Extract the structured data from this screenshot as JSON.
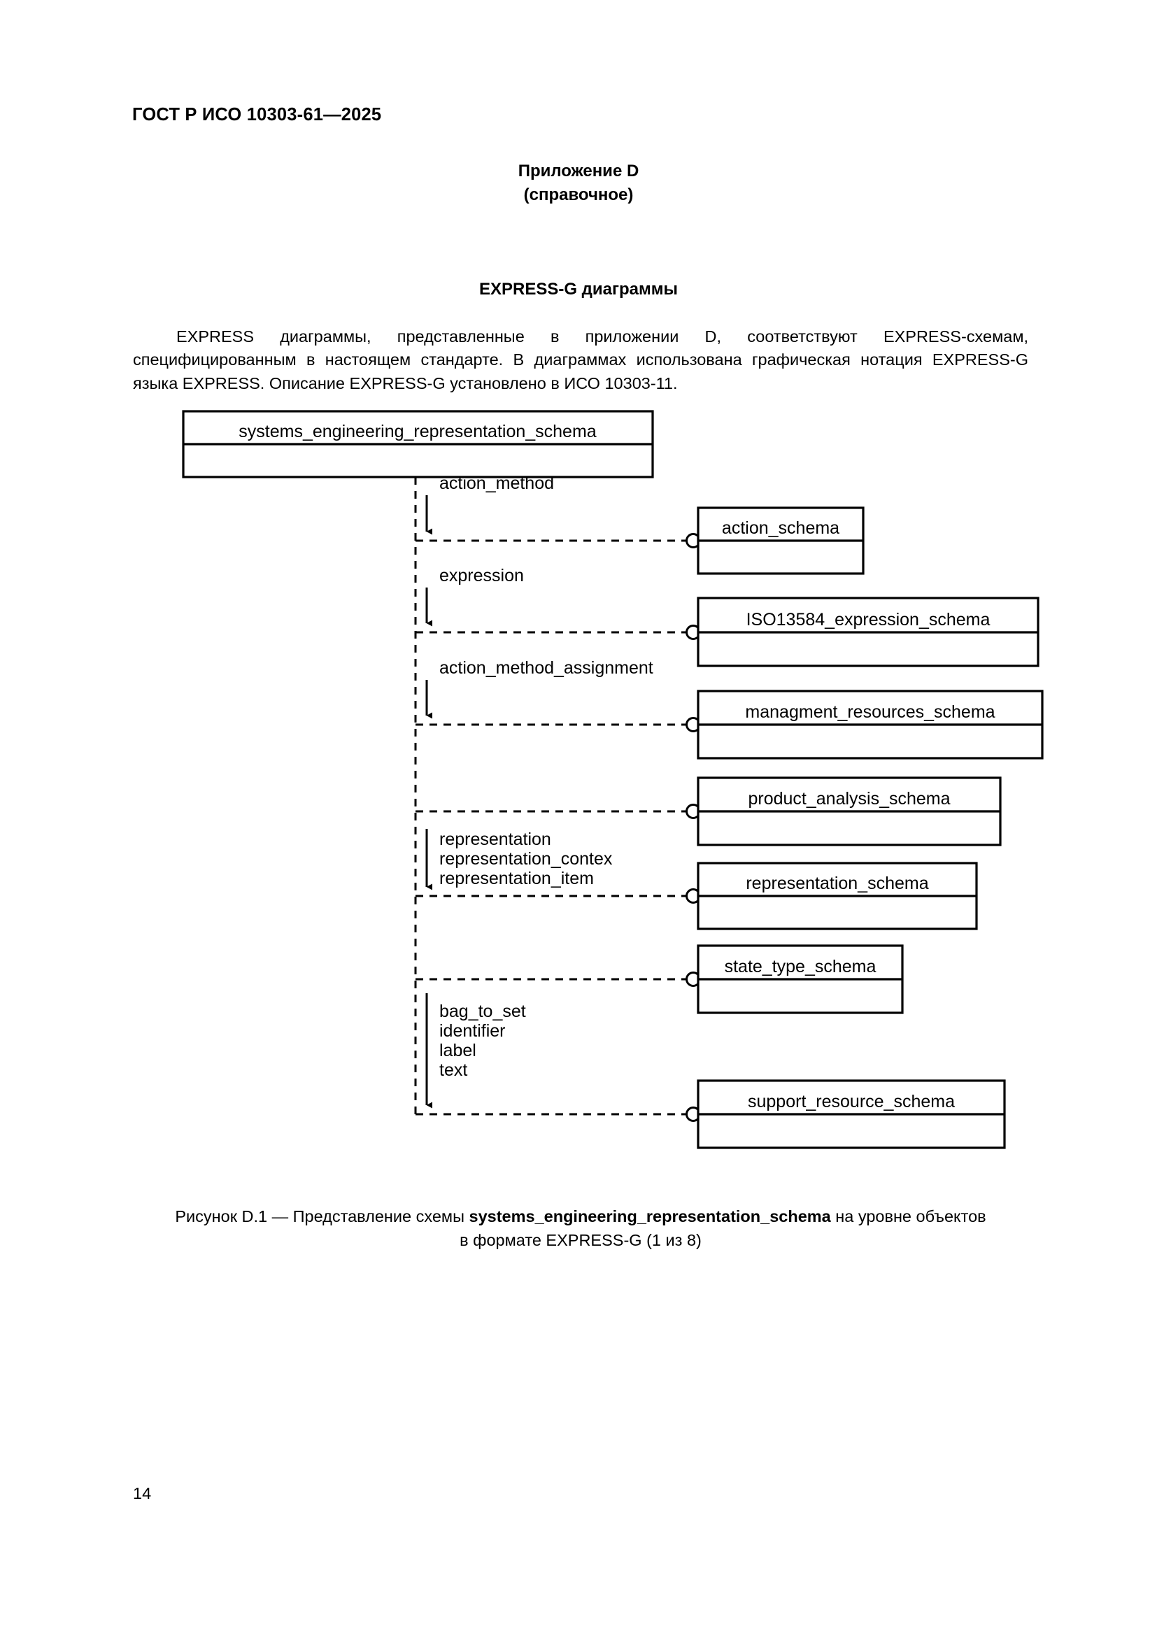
{
  "document": {
    "running_head": "ГОСТ Р ИСО 10303-61—2025",
    "page_number": "14"
  },
  "annex": {
    "title": "Приложение D",
    "subtitle": "(справочное)"
  },
  "section": {
    "title": "EXPRESS-G диаграммы",
    "paragraph": "EXPRESS диаграммы, представленные в приложении D, соответствуют EXPRESS-схемам, специфицированным в настоящем стандарте. В диаграммах использована графическая нотация EXPRESS-G языка EXPRESS. Описание EXPRESS-G установлено в ИСО 10303-11."
  },
  "figure": {
    "caption_before": "Рисунок D.1 — Представление схемы ",
    "caption_schema": "systems_engineering_representation_schema",
    "caption_after": " на уровне объектов",
    "caption_line2": "в  формате EXPRESS-G (1 из 8)"
  },
  "diagram": {
    "type": "express-g",
    "root_schema": "systems_engineering_representation_schema",
    "references": [
      {
        "schema": "action_schema",
        "attributes": [
          "action_method"
        ],
        "has_arrow": true
      },
      {
        "schema": "ISO13584_expression_schema",
        "attributes": [
          "expression"
        ],
        "has_arrow": true
      },
      {
        "schema": "managment_resources_schema",
        "attributes": [
          "action_method_assignment"
        ],
        "has_arrow": true
      },
      {
        "schema": "product_analysis_schema",
        "attributes": [],
        "has_arrow": false
      },
      {
        "schema": "representation_schema",
        "attributes": [
          "representation",
          "representation_contex",
          "representation_item"
        ],
        "has_arrow": true
      },
      {
        "schema": "state_type_schema",
        "attributes": [],
        "has_arrow": false
      },
      {
        "schema": "support_resource_schema",
        "attributes": [
          "bag_to_set",
          "identifier",
          "label",
          "text"
        ],
        "has_arrow": true
      }
    ]
  }
}
